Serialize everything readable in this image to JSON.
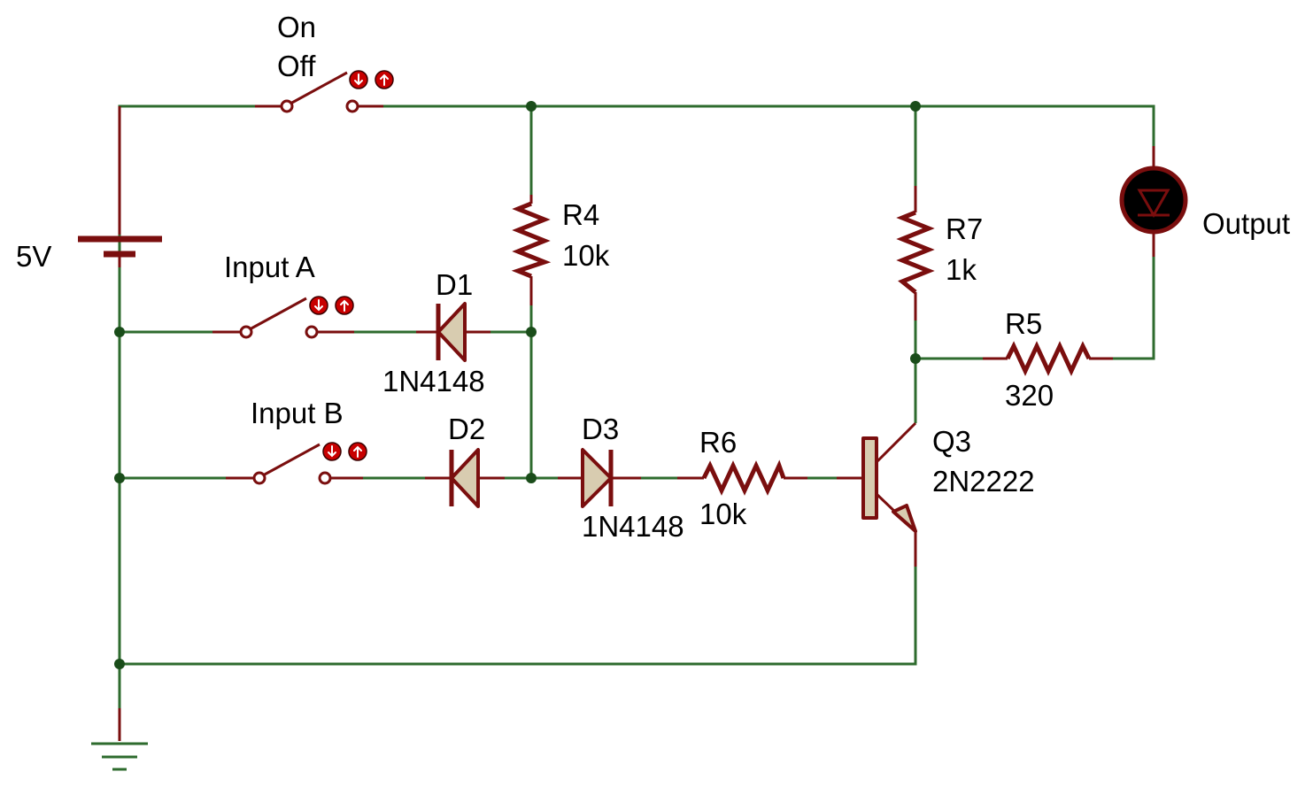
{
  "colors": {
    "wire": "#2e6b2e",
    "component": "#7a0e0e",
    "junction": "#1a4d1a",
    "body_fill": "#d8ccb0",
    "button_fill": "#c80000",
    "led_glow": "#000000"
  },
  "power": {
    "battery_label": "5V"
  },
  "switches": {
    "main": {
      "label_on": "On",
      "label_off": "Off",
      "control_down_icon": "arrow-down-icon",
      "control_up_icon": "arrow-up-icon"
    },
    "input_a": {
      "label": "Input A"
    },
    "input_b": {
      "label": "Input B"
    }
  },
  "components": {
    "r4": {
      "ref": "R4",
      "value": "10k"
    },
    "r7": {
      "ref": "R7",
      "value": "1k"
    },
    "r5": {
      "ref": "R5",
      "value": "320"
    },
    "r6": {
      "ref": "R6",
      "value": "10k"
    },
    "d1": {
      "ref": "D1",
      "part": "1N4148"
    },
    "d2": {
      "ref": "D2"
    },
    "d3": {
      "ref": "D3",
      "part": "1N4148"
    },
    "q3": {
      "ref": "Q3",
      "part": "2N2222"
    },
    "led": {
      "label": "Output"
    }
  }
}
